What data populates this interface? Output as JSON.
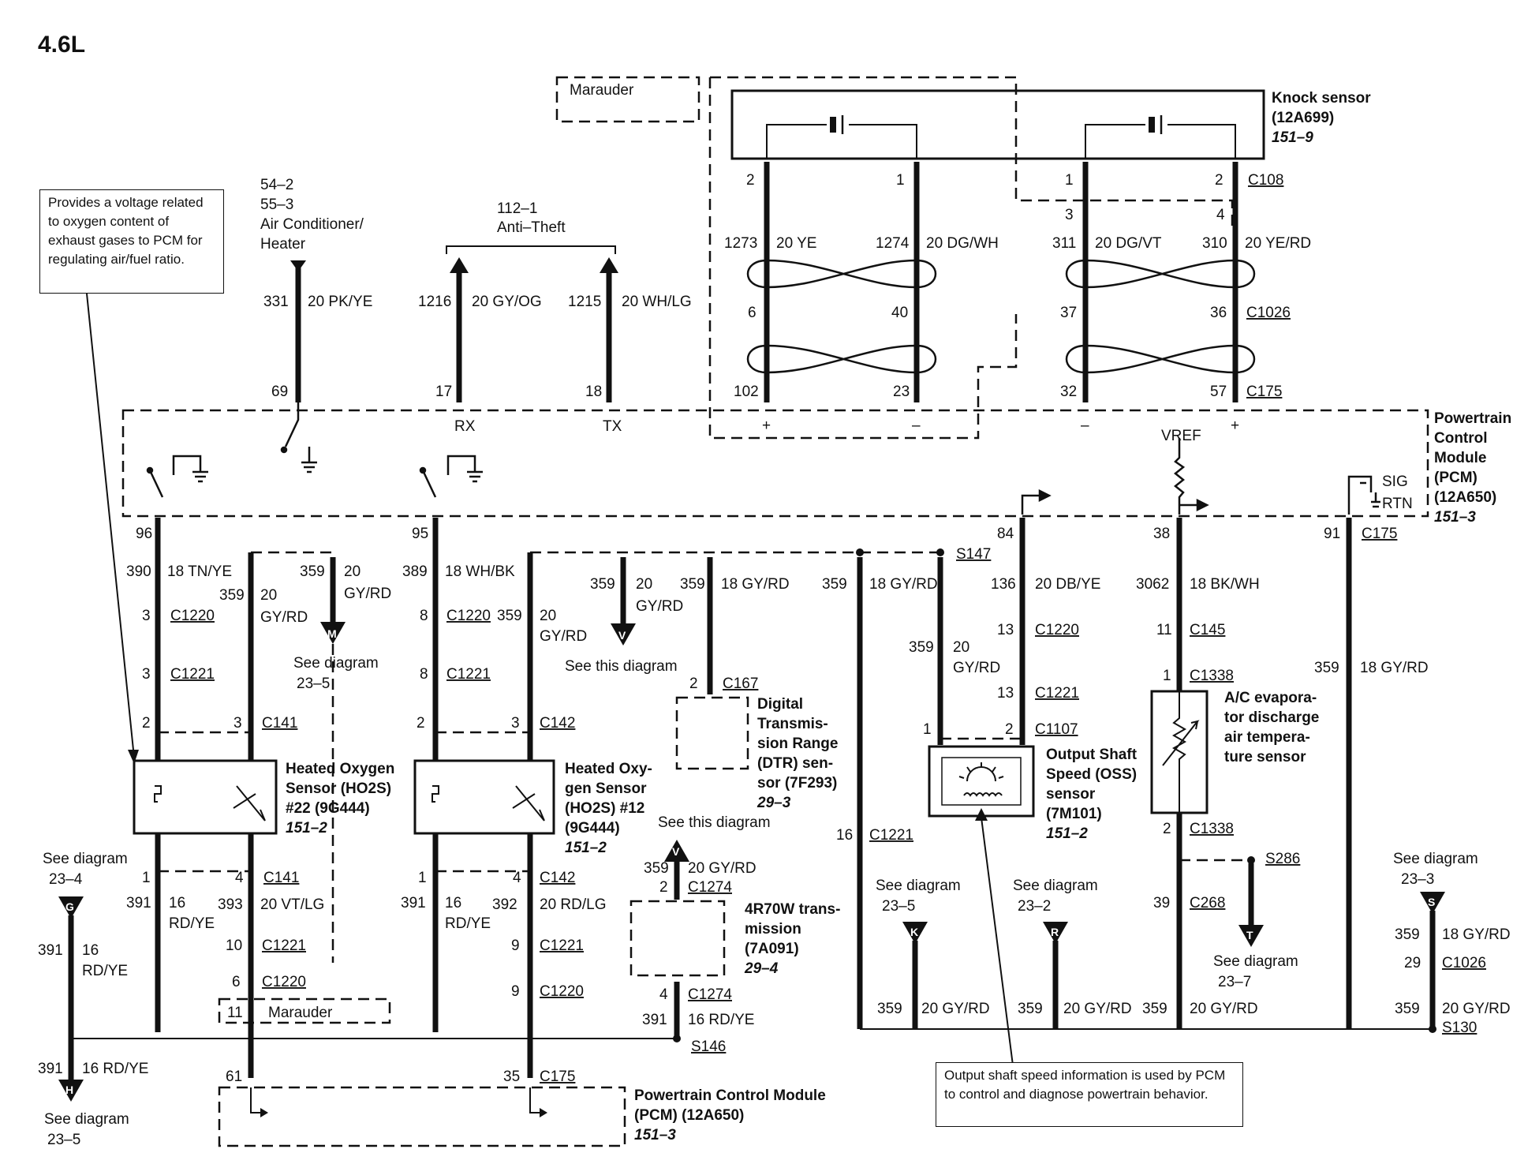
{
  "title": "4.6L",
  "notes": {
    "o2": "Provides a voltage related to oxygen content of exhaust gases to PCM for regulating air/fuel ratio.",
    "oss": "Output shaft speed information is used by PCM to control and diagnose powertrain behavior."
  },
  "marauder_top": "Marauder",
  "marauder_bottom": "Marauder",
  "knock": {
    "name": "Knock sensor",
    "part": "(12A699)",
    "ref": "151–9"
  },
  "pcm": {
    "line1": "Powertrain",
    "line2": "Control",
    "line3": "Module",
    "line4": "(PCM)",
    "part": "(12A650)",
    "ref": "151–3"
  },
  "pcm_bottom": {
    "line1": "Powertrain Control Module",
    "line2": "(PCM) (12A650)",
    "ref": "151–3"
  },
  "ac": {
    "ref1": "54–2",
    "ref2": "55–3",
    "label1": "Air Conditioner/",
    "label2": "Heater",
    "circuit": "331",
    "wire": "20 PK/YE",
    "pin": "69"
  },
  "theft": {
    "ref": "112–1",
    "label": "Anti–Theft",
    "rx": {
      "circuit": "1216",
      "wire": "20 GY/OG",
      "pin": "17",
      "name": "RX"
    },
    "tx": {
      "circuit": "1215",
      "wire": "20 WH/LG",
      "pin": "18",
      "name": "TX"
    }
  },
  "knock_wires": {
    "a": {
      "circuit": "1273",
      "wire": "20 YE",
      "p_top": "2",
      "p_mid": "6",
      "p_bot": "102",
      "sign": "+"
    },
    "b": {
      "circuit": "1274",
      "wire": "20 DG/WH",
      "p_top": "1",
      "p_mid": "40",
      "p_bot": "23",
      "sign": "–"
    },
    "c": {
      "circuit": "311",
      "wire": "20 DG/VT",
      "p_top": "1",
      "p_alt": "3",
      "p_mid": "37",
      "p_bot": "32",
      "sign": "–"
    },
    "d": {
      "circuit": "310",
      "wire": "20 YE/RD",
      "p_top": "2",
      "p_alt": "4",
      "p_mid": "36",
      "p_bot": "57",
      "sign": "+"
    }
  },
  "connectors": {
    "c108": "C108",
    "c1026": "C1026",
    "c175": "C175",
    "c1220": "C1220",
    "c1221": "C1221",
    "c141": "C141",
    "c142": "C142",
    "c167": "C167",
    "c1274": "C1274",
    "c145": "C145",
    "c1338": "C1338",
    "c1107": "C1107",
    "c268": "C268",
    "s147": "S147",
    "s146": "S146",
    "s286": "S286",
    "s130": "S130"
  },
  "vref": "VREF",
  "sig": "SIG",
  "rtn": "RTN",
  "ho2s22": {
    "name1": "Heated Oxygen",
    "name2": "Sensor (HO2S)",
    "name3": "#22 (9G444)",
    "ref": "151–2",
    "pin_top": "96",
    "circuit": "390",
    "wire": "18 TN/YE",
    "c1220": "3",
    "c1221": "3",
    "p2": "2",
    "p3": "3",
    "p1b": "1",
    "p4b": "4",
    "c391": "391",
    "w391a": "16",
    "w391b": "RD/YE",
    "c393": "393",
    "w393": "20 VT/LG",
    "c1221b": "10",
    "c1220b": "6",
    "m11": "11",
    "pcm": "61",
    "c359": "359",
    "w359a": "20",
    "w359b": "GY/RD"
  },
  "ho2s12": {
    "name1": "Heated Oxy-",
    "name2": "gen Sensor",
    "name3": "(HO2S) #12",
    "name4": "(9G444)",
    "ref": "151–2",
    "pin_top": "95",
    "circuit": "389",
    "wire": "18 WH/BK",
    "c1220": "8",
    "c1221": "8",
    "p2": "2",
    "p3": "3",
    "p1b": "1",
    "p4b": "4",
    "c391": "391",
    "w391a": "16",
    "w391b": "RD/YE",
    "c392": "392",
    "w392": "20 RD/LG",
    "c1221b": "9",
    "c1220b": "9",
    "pcm": "35",
    "c359": "359",
    "w359a": "20",
    "w359b": "GY/RD"
  },
  "refs": {
    "M": {
      "label": "See diagram",
      "ref": "23–5",
      "circuit": "359",
      "wire_a": "20",
      "wire_b": "GY/RD"
    },
    "V1": {
      "label": "See this diagram",
      "circuit": "359",
      "wire_a": "20",
      "wire_b": "GY/RD"
    },
    "V2": {
      "label": "See this diagram"
    },
    "G": {
      "label": "See diagram",
      "ref": "23–4",
      "circuit": "391",
      "wire_a": "16",
      "wire_b": "RD/YE"
    },
    "H": {
      "label": "See diagram",
      "ref": "23–5",
      "circuit": "391",
      "wire": "16 RD/YE"
    },
    "K": {
      "label": "See diagram",
      "ref": "23–5",
      "circuit": "359",
      "wire": "20 GY/RD"
    },
    "R": {
      "label": "See diagram",
      "ref": "23–2",
      "circuit": "359",
      "wire": "20 GY/RD"
    },
    "T": {
      "label": "See diagram",
      "ref": "23–7"
    },
    "S": {
      "label": "See diagram",
      "ref": "23–3",
      "circuit": "359",
      "wire": "18 GY/RD",
      "pin": "29"
    }
  },
  "dtr": {
    "name1": "Digital",
    "name2": "Transmis-",
    "name3": "sion Range",
    "name4": "(DTR) sen-",
    "name5": "sor (7F293)",
    "ref": "29–3",
    "circuit": "359",
    "wire": "18 GY/RD",
    "pin": "2"
  },
  "trans": {
    "name1": "4R70W trans-",
    "name2": "mission",
    "name3": "(7A091)",
    "ref": "29–4",
    "circuit": "359",
    "wire": "20 GY/RD",
    "p_top": "2",
    "p_bot": "4",
    "c391": "391",
    "w391": "16 RD/YE"
  },
  "s147_line": {
    "circuit": "359",
    "wire": "18 GY/RD",
    "c1221": "16"
  },
  "oss": {
    "name1": "Output Shaft",
    "name2": "Speed (OSS)",
    "name3": "sensor",
    "name4": "(7M101)",
    "ref": "151–2",
    "pin_top": "84",
    "circuit": "136",
    "wire": "20 DB/YE",
    "c1220": "13",
    "c1221": "13",
    "p1": "1",
    "p2": "2",
    "c359": "359",
    "w359a": "20",
    "w359b": "GY/RD"
  },
  "acsensor": {
    "name1": "A/C evapora-",
    "name2": "tor discharge",
    "name3": "air tempera-",
    "name4": "ture sensor",
    "pin_top": "38",
    "circuit": "3062",
    "wire": "18 BK/WH",
    "c145": "11",
    "c1338a": "1",
    "c1338b": "2",
    "c268": "39"
  },
  "right_line": {
    "pin_top": "91",
    "circuit": "359",
    "wire": "18 GY/RD"
  },
  "bottom_bus": {
    "c1": "359",
    "w1": "20 GY/RD",
    "c2": "359",
    "w2": "20 GY/RD",
    "c3": "359",
    "w3": "20 GY/RD",
    "c4": "359",
    "w4": "20 GY/RD",
    "c5": "391",
    "w5": "16 RD/YE"
  }
}
